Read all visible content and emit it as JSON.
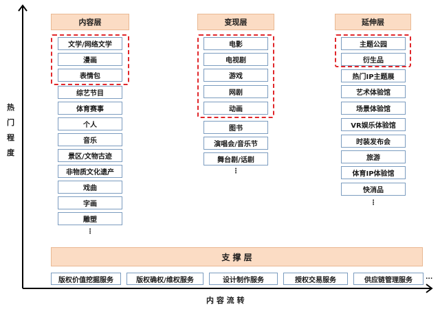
{
  "axes": {
    "y_label": [
      "热",
      "门",
      "程",
      "度"
    ],
    "x_label": "内 容 流 转"
  },
  "columns": [
    {
      "header": "内容层",
      "items": [
        "文学/网络文学",
        "漫画",
        "表情包",
        "综艺节目",
        "体育赛事",
        "个人",
        "音乐",
        "景区/文物古迹",
        "非物质文化遗产",
        "戏曲",
        "字画",
        "雕塑"
      ],
      "more": "⋮"
    },
    {
      "header": "变现层",
      "items": [
        "电影",
        "电视剧",
        "游戏",
        "网剧",
        "动画",
        "图书",
        "演唱会/音乐节",
        "舞台剧/话剧"
      ],
      "more": "⋮"
    },
    {
      "header": "延伸层",
      "items": [
        "主题公园",
        "衍生品",
        "热门IP主题展",
        "艺术体验馆",
        "场景体验馆",
        "VR娱乐体验馆",
        "时装发布会",
        "旅游",
        "体育IP体验馆",
        "快消品"
      ],
      "more": "⋮"
    }
  ],
  "support": {
    "header": "支 撑 层",
    "services": [
      "版权价值挖掘服务",
      "版权确权/维权服务",
      "设计制作服务",
      "授权交易服务",
      "供应链管理服务"
    ],
    "more": "..."
  }
}
